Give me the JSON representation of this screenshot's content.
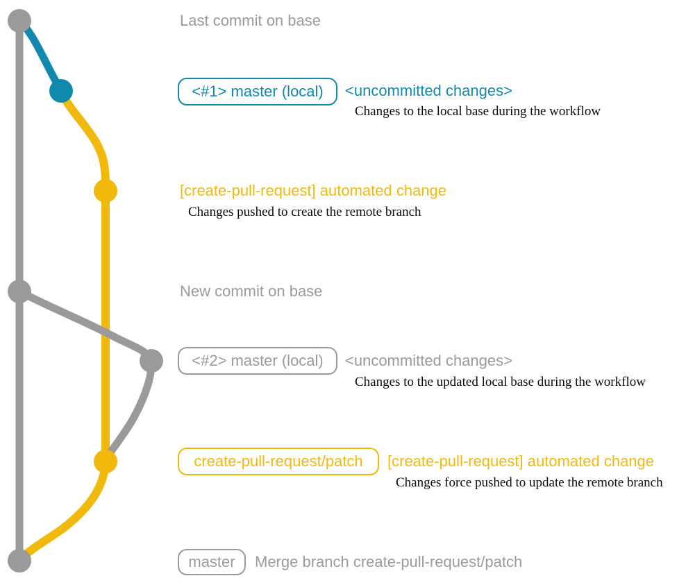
{
  "colors": {
    "gray": "#9a9a9a",
    "blue": "#1189ae",
    "yellow": "#f0b90c",
    "black": "#0a0a0a"
  },
  "graph": {
    "nodes": [
      {
        "name": "last-commit-on-base",
        "color": "gray"
      },
      {
        "name": "uncommitted-changes-1",
        "color": "blue"
      },
      {
        "name": "automated-change-1",
        "color": "yellow"
      },
      {
        "name": "new-commit-on-base",
        "color": "gray"
      },
      {
        "name": "uncommitted-changes-2",
        "color": "gray"
      },
      {
        "name": "automated-change-2",
        "color": "yellow"
      },
      {
        "name": "merge-commit",
        "color": "gray"
      }
    ]
  },
  "rows": {
    "last_commit": {
      "text": "Last commit on base"
    },
    "row1": {
      "badge": "<#1> master (local)",
      "annotation": "<uncommitted changes>",
      "description": "Changes to the local base during the workflow"
    },
    "row2": {
      "annotation": "[create-pull-request] automated change",
      "description": "Changes pushed to create the remote branch"
    },
    "new_commit": {
      "text": "New commit on base"
    },
    "row3": {
      "badge": "<#2> master (local)",
      "annotation": "<uncommitted changes>",
      "description": "Changes to the updated local base during the workflow"
    },
    "row4": {
      "badge": "create-pull-request/patch",
      "annotation": "[create-pull-request] automated change",
      "description": "Changes force pushed to update the remote branch"
    },
    "row5": {
      "badge": "master",
      "text": "Merge branch create-pull-request/patch"
    }
  }
}
